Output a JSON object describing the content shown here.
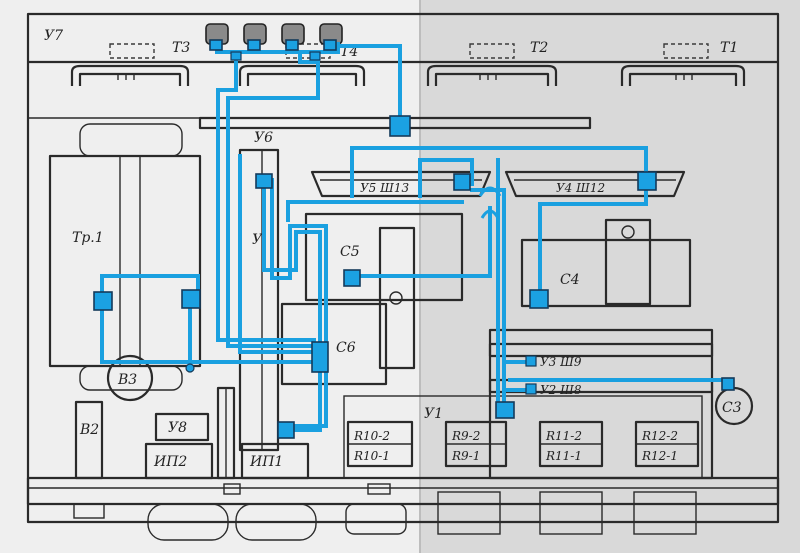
{
  "diagram": {
    "labels": {
      "u7": "У7",
      "t3": "Т3",
      "t4": "Т4",
      "t2": "Т2",
      "t1": "Т1",
      "u6": "У6",
      "u5_sh13": "У5 Ш13",
      "u4_sh12": "У4 Ш12",
      "tr1": "Тр.1",
      "c5": "С5",
      "c4": "С4",
      "c6": "С6",
      "b3": "В3",
      "b2": "В2",
      "u3_sh9": "У3 Ш9",
      "u2_sh8": "У2 Ш8",
      "c3": "С3",
      "u1": "У1",
      "u8": "У8",
      "ip2": "ИП2",
      "ip1": "ИП1",
      "r10_2": "R10-2",
      "r10_1": "R10-1",
      "r9_2": "R9-2",
      "r9_1": "R9-1",
      "r11_2": "R11-2",
      "r11_1": "R11-1",
      "r12_2": "R12-2",
      "r12_1": "R12-1",
      "u_partial": "У"
    },
    "colors": {
      "wire": "#1aa0e0",
      "node": "#1ba1e2",
      "ink": "#2a2a2a",
      "paper_left": "#efefef",
      "paper_right": "#d9d9d9"
    }
  }
}
